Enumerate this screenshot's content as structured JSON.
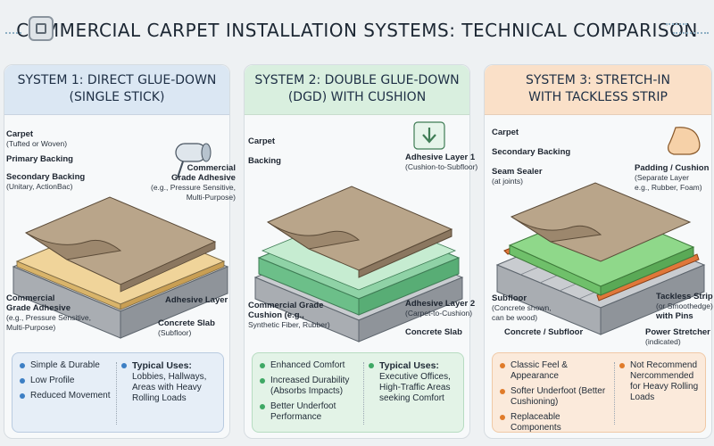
{
  "title": "COMMERCIAL CARPET INSTALLATION SYSTEMS: TECHNICAL COMPARISON",
  "colors": {
    "system1": "#3d7fc4",
    "system2": "#3fa865",
    "system3": "#e07b2a"
  },
  "logo_icon": "building-logo-icon",
  "systems": [
    {
      "header_line1": "SYSTEM 1: DIRECT GLUE-DOWN",
      "header_line2": "(SINGLE STICK)",
      "tool_icon": "glue-roller-icon",
      "labels": {
        "carpet": "Carpet",
        "carpet_sub": "(Tufted or Woven)",
        "primary_backing": "Primary Backing",
        "secondary_backing": "Secondary Backing",
        "secondary_backing_sub": "(Unitary, ActionBac)",
        "adhesive_top": "Commercial",
        "adhesive_top2": "Grade Adhesive",
        "adhesive_top_sub1": "(e.g., Pressure Sensitive,",
        "adhesive_top_sub2": "Multi-Purpose)",
        "adhesive_bottom": "Commercial",
        "adhesive_bottom2": "Grade Adhesive",
        "adhesive_bottom_sub1": "(e.g., Pressure Sensitive,",
        "adhesive_bottom_sub2": "Multi-Purpose)",
        "adhesive_layer": "Adhesive Layer",
        "concrete_slab": "Concrete Slab",
        "concrete_slab_sub": "(Subfloor)"
      },
      "benefits": [
        "Simple & Durable",
        "Low Profile",
        "Reduced Movement"
      ],
      "uses_heading": "Typical Uses:",
      "uses": "Lobbies, Hallways, Areas with Heavy Rolling Loads"
    },
    {
      "header_line1": "SYSTEM 2: DOUBLE GLUE-DOWN",
      "header_line2": "(DGD) WITH CUSHION",
      "tool_icon": "down-arrow-box-icon",
      "labels": {
        "carpet": "Carpet",
        "backing": "Backing",
        "adhesive1": "Adhesive Layer 1",
        "adhesive1_sub": "(Cushion-to-Subfloor)",
        "cushion": "Commercial Grade",
        "cushion2": "Cushion (e.g.,",
        "cushion_sub": "Synthetic Fiber, Rubber)",
        "adhesive2": "Adhesive Layer 2",
        "adhesive2_sub": "(Carpet-to-Cushion)",
        "concrete_slab": "Concrete Slab"
      },
      "benefits": [
        "Enhanced Comfort",
        "Increased Durability (Absorbs Impacts)",
        "Better Underfoot Performance"
      ],
      "uses_heading": "Typical Uses:",
      "uses": "Executive Offices, High-Traffic Areas seeking Comfort"
    },
    {
      "header_line1": "SYSTEM 3: STRETCH-IN",
      "header_line2": "WITH TACKLESS STRIP",
      "tool_icon": "foot-icon",
      "labels": {
        "carpet": "Carpet",
        "secondary_backing": "Secondary Backing",
        "seam_sealer": "Seam Sealer",
        "seam_sealer_sub": "(at joints)",
        "padding": "Padding / Cushion",
        "padding_sub1": "(Separate Layer",
        "padding_sub2": "e.g., Rubber, Foam)",
        "subfloor": "Subfloor",
        "subfloor_sub1": "(Concrete shown,",
        "subfloor_sub2": "can be wood)",
        "tackless": "Tackless Strip",
        "tackless_sub": "(or Smoothedge)",
        "tackless_sub2": "with Pins",
        "concrete_subfloor": "Concrete / Subfloor",
        "power_stretcher": "Power Stretcher",
        "power_stretcher_sub": "(indicated)"
      },
      "benefits": [
        "Classic Feel & Appearance",
        "Softer Underfoot (Better Cushioning)",
        "Replaceable Components"
      ],
      "uses_heading": "Not Recommend",
      "uses": "Nercommended for Heavy Rolling Loads"
    }
  ]
}
